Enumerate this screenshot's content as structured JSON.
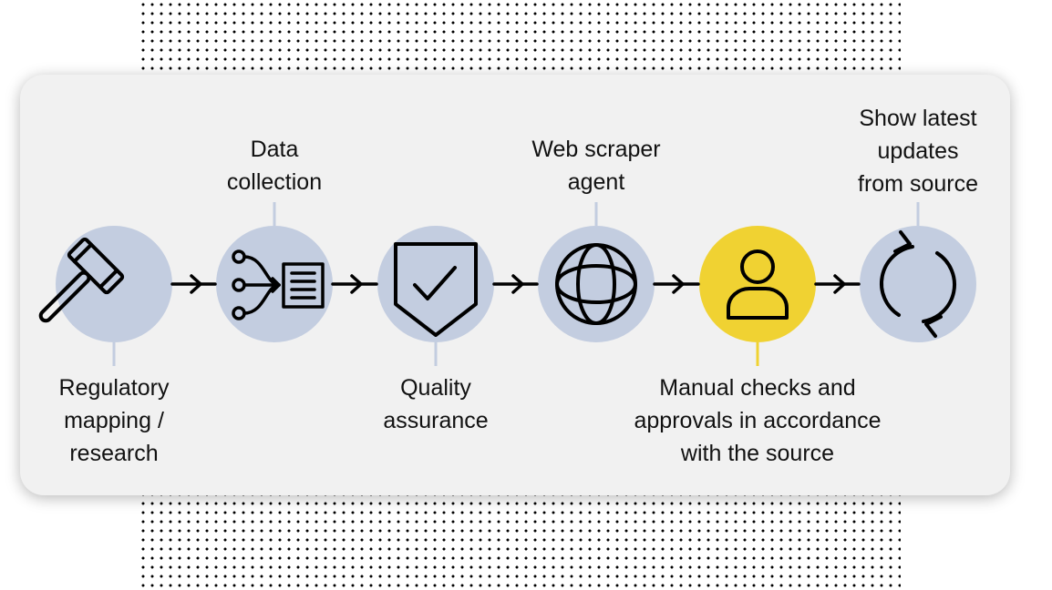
{
  "colors": {
    "circle": "#c3cde0",
    "accent": "#f0d232",
    "stroke": "#000000",
    "connector": "#c3cde0",
    "card": "#f1f1f1"
  },
  "steps": [
    {
      "icon": "gavel-icon",
      "label": "Regulatory\nmapping /\nresearch"
    },
    {
      "icon": "data-collection-icon",
      "label": "Data\ncollection"
    },
    {
      "icon": "shield-check-icon",
      "label": "Quality\nassurance"
    },
    {
      "icon": "globe-icon",
      "label": "Web scraper\nagent"
    },
    {
      "icon": "user-icon",
      "label": "Manual checks and\napprovals in accordance\nwith the source"
    },
    {
      "icon": "refresh-icon",
      "label": "Show latest\nupdates\nfrom source"
    }
  ]
}
